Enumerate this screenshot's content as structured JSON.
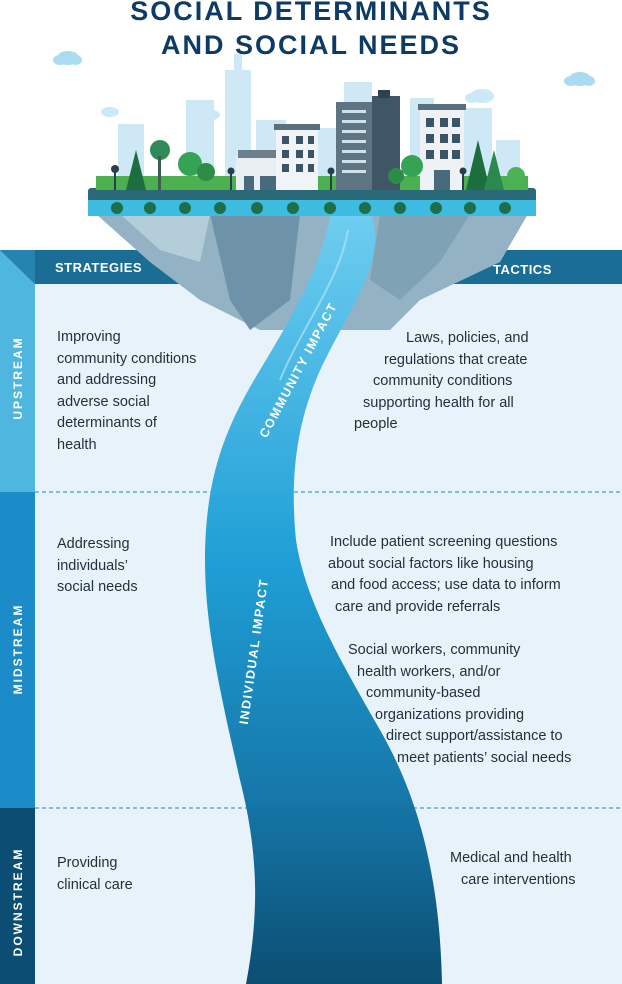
{
  "title": {
    "line1": "SOCIAL DETERMINANTS",
    "line2": "AND SOCIAL NEEDS"
  },
  "headers": {
    "strategies": "STRATEGIES",
    "tactics": "TACTICS"
  },
  "river": {
    "upper_label": "COMMUNITY IMPACT",
    "lower_label": "INDIVIDUAL IMPACT"
  },
  "levels": [
    {
      "name": "UPSTREAM",
      "strategy": [
        "Improving",
        "community conditions",
        "and addressing",
        "adverse social",
        "determinants of",
        "health"
      ],
      "tactics": [
        [
          "Laws, policies, and",
          "regulations that create",
          "community conditions",
          "supporting health for all",
          "people"
        ]
      ]
    },
    {
      "name": "MIDSTREAM",
      "strategy": [
        "Addressing",
        "individuals’",
        "social needs"
      ],
      "tactics": [
        [
          "Include patient screening questions",
          "about social factors like housing",
          "and food access; use data to inform",
          "care and provide referrals"
        ],
        [
          "Social workers, community",
          "health workers, and/or",
          "community-based",
          "organizations providing",
          "direct support/assistance to",
          "meet patients’ social needs"
        ]
      ]
    },
    {
      "name": "DOWNSTREAM",
      "strategy": [
        "Providing",
        "clinical care"
      ],
      "tactics": [
        [
          "Medical and health",
          "care interventions"
        ]
      ]
    }
  ],
  "colors": {
    "title": "#0d3b66",
    "upstream_band": "#4fb7df",
    "midstream_band": "#1b8cc8",
    "downstream_band": "#0b4d73",
    "header_band": "#1a6e96",
    "panel_bg": "#e8f2fa"
  }
}
